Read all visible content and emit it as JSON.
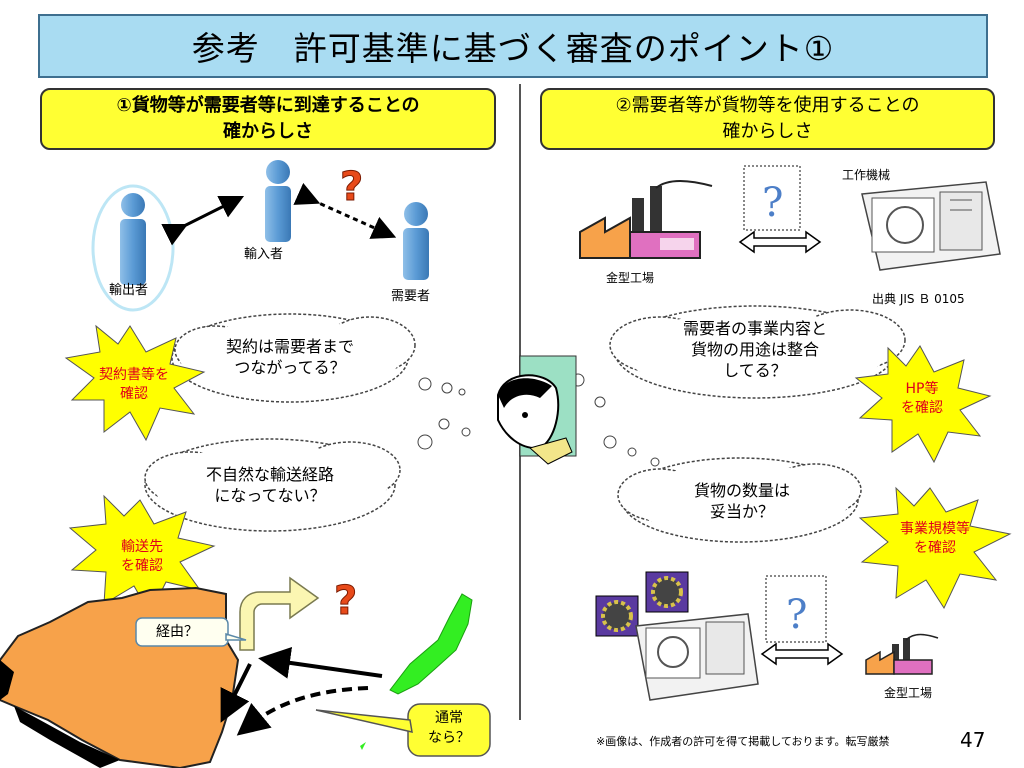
{
  "slide": {
    "title": "参考　許可基準に基づく審査のポイント①",
    "page_number": "47",
    "footnote": "※画像は、作成者の許可を得て掲載しております。転写厳禁"
  },
  "left": {
    "heading_line1": "①貨物等が需要者等に到達することの",
    "heading_line2": "確からしさ",
    "people": {
      "exporter": "輸出者",
      "importer": "輸入者",
      "end_user": "需要者"
    },
    "cloud1": {
      "line1": "契約は需要者まで",
      "line2": "つながってる？"
    },
    "cloud2": {
      "line1": "不自然な輸送経路",
      "line2": "になってない？"
    },
    "star1": {
      "line1": "契約書等を",
      "line2": "確認"
    },
    "star2": {
      "line1": "輸送先",
      "line2": "を確認"
    },
    "callout_via": "経由？",
    "callout_normal": {
      "line1": "通常",
      "line2": "なら？"
    }
  },
  "right": {
    "heading_line1": "②需要者等が貨物等を使用することの",
    "heading_line2": "確からしさ",
    "factory_label_top": "金型工場",
    "machine_label": "工作機械",
    "source_label": "出典 JIS Ｂ 0105",
    "cloud1": {
      "line1": "需要者の事業内容と",
      "line2": "貨物の用途は整合",
      "line3": "してる？"
    },
    "cloud2": {
      "line1": "貨物の数量は",
      "line2": "妥当か？"
    },
    "star1": {
      "line1": "HP等",
      "line2": "を確認"
    },
    "star2": {
      "line1": "事業規模等",
      "line2": "を確認"
    },
    "factory_label_bottom": "金型工場"
  },
  "colors": {
    "title_bg": "#a9dcf2",
    "heading_bg": "#ffff33",
    "star_fill": "#ffff00",
    "star_text": "#e0001a",
    "person_blue": "#5b9bd5",
    "map_orange": "#f7a24a",
    "map_green": "#33ee22"
  }
}
